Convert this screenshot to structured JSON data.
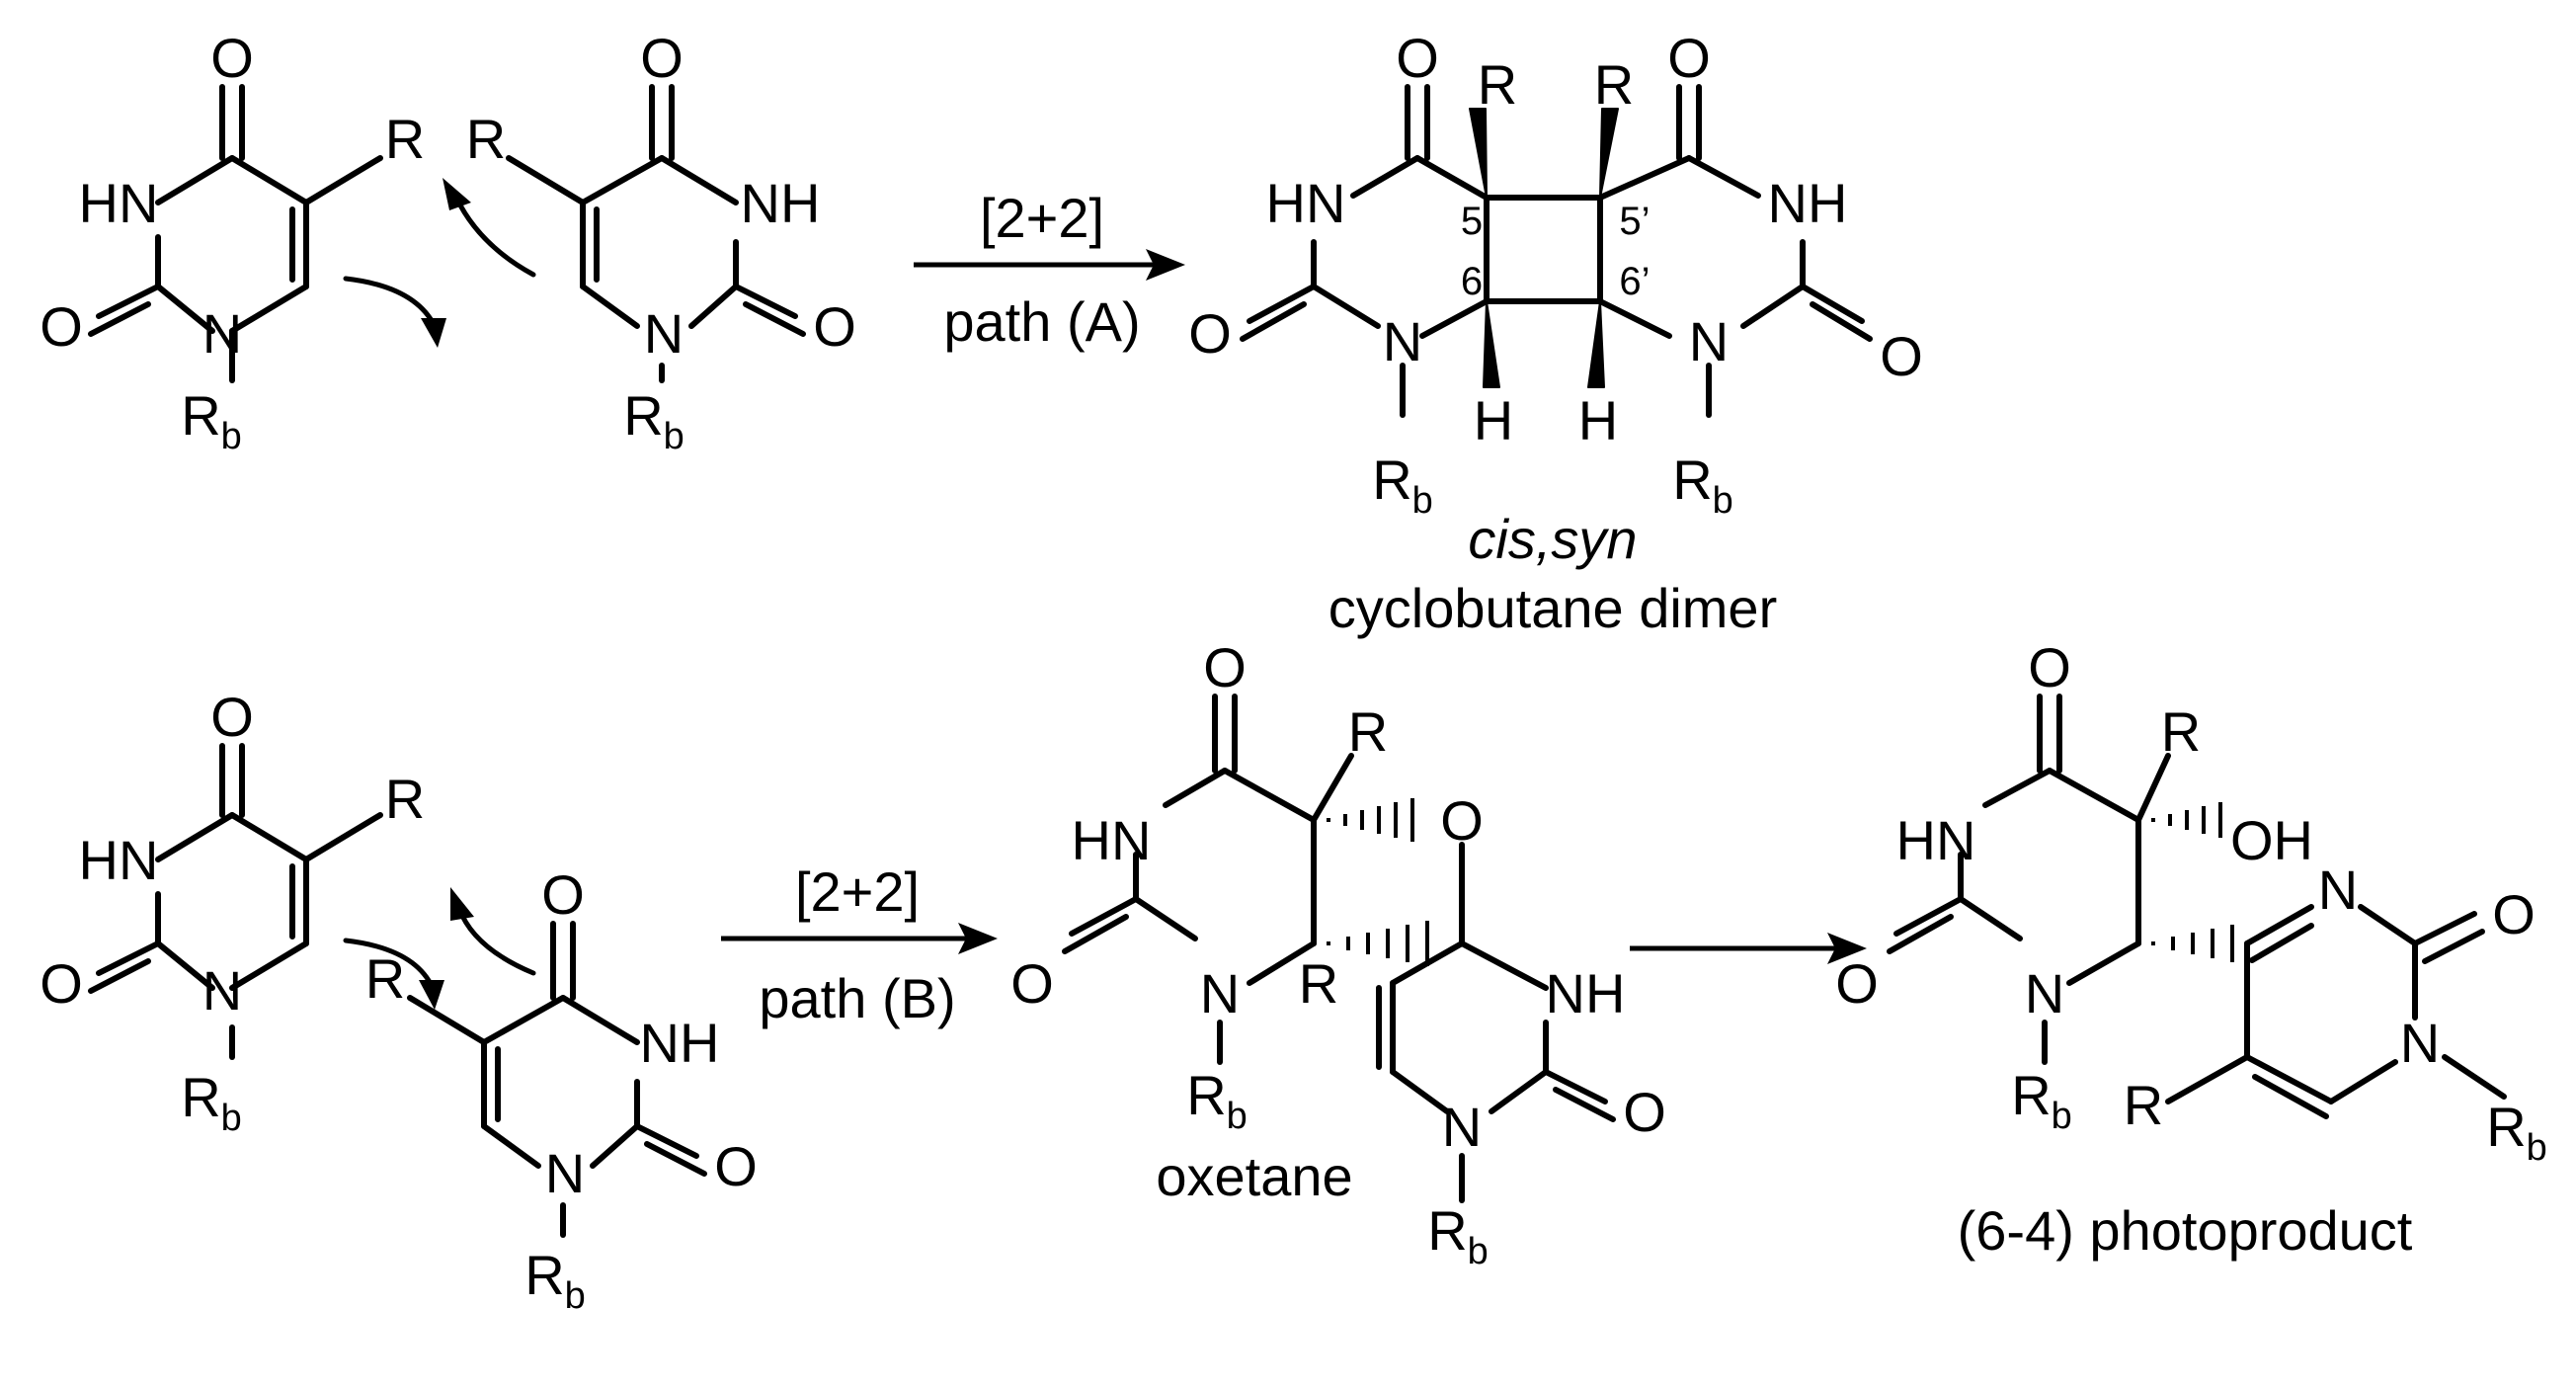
{
  "atoms": {
    "O": "O",
    "HN": "HN",
    "NH": "NH",
    "N": "N",
    "R": "R",
    "Rb_main": "R",
    "Rb_sub": "b",
    "H": "H",
    "OH": "OH"
  },
  "positions": {
    "c5": "5",
    "c5p": "5’",
    "c6": "6",
    "c6p": "6’"
  },
  "path_a": {
    "top_label": "[2+2]",
    "bottom_label": "path (A)"
  },
  "path_b": {
    "top_label": "[2+2]",
    "bottom_label": "path (B)"
  },
  "products": {
    "cyclobutane_stereo": "cis,syn",
    "cyclobutane_name": "cyclobutane dimer",
    "oxetane_name": "oxetane",
    "photoproduct_name": "(6-4) photoproduct"
  }
}
